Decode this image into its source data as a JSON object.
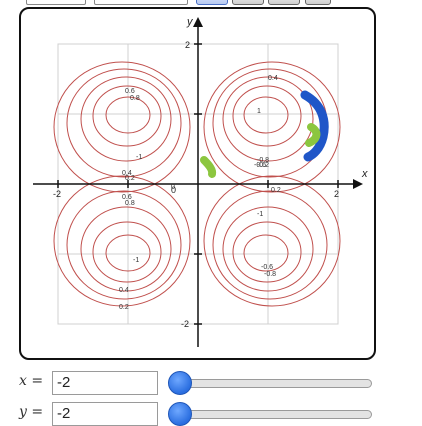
{
  "plot": {
    "axes": {
      "x_label": "x",
      "y_label": "y",
      "x_ticks": [
        "-2",
        "0",
        "2"
      ],
      "y_ticks": [
        "2",
        "-2"
      ]
    },
    "contour_labels": [
      "0.6",
      "0.8",
      "-1",
      "0.4",
      "0.2",
      "0.6",
      "0.8",
      "0",
      "-0.2",
      "0.2",
      "0.4",
      "1",
      "-1",
      "-0.6",
      "-0.8",
      "0.4",
      "0.2",
      "-0.6",
      "-0.8",
      "-1"
    ],
    "colors": {
      "contour": "#c0504d",
      "grid": "#d0d0d0",
      "axis": "#111111",
      "path_blue": "#1f56c8",
      "path_green": "#8cc63f"
    }
  },
  "controls": {
    "x": {
      "label": "x =",
      "value": "-2",
      "slider_fraction": 0.0
    },
    "y": {
      "label": "y =",
      "value": "-2",
      "slider_fraction": 0.0
    }
  }
}
